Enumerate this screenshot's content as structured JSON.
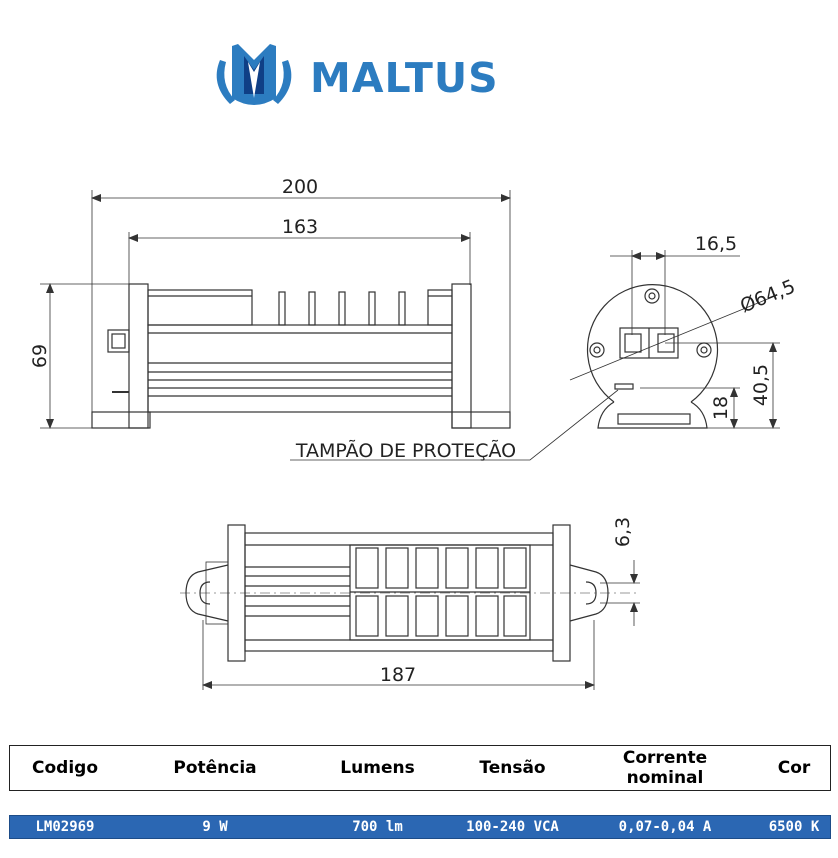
{
  "brand": {
    "name": "MALTUS",
    "primary_color": "#2c7cc0",
    "secondary_color": "#0f3f86"
  },
  "drawing": {
    "dim_total_length": "200",
    "dim_inner_length": "163",
    "dim_height": "69",
    "dim_connector_offset": "16,5",
    "dim_diameter": "Ø64,5",
    "dim_axis_height": "40,5",
    "dim_base_height": "18",
    "dim_slot_width": "6,3",
    "dim_mount_length": "187",
    "label_protective_cap": "TAMPÃO DE PROTEÇÃO"
  },
  "spec_table": {
    "headers": {
      "code": "Codigo",
      "power": "Potência",
      "lumens": "Lumens",
      "voltage": "Tensão",
      "current_line1": "Corrente",
      "current_line2": "nominal",
      "color": "Cor"
    },
    "row": {
      "code": "LM02969",
      "power": "9 W",
      "lumens": "700 lm",
      "voltage": "100-240 VCA",
      "current": "0,07-0,04 A",
      "color": "6500 K"
    }
  }
}
